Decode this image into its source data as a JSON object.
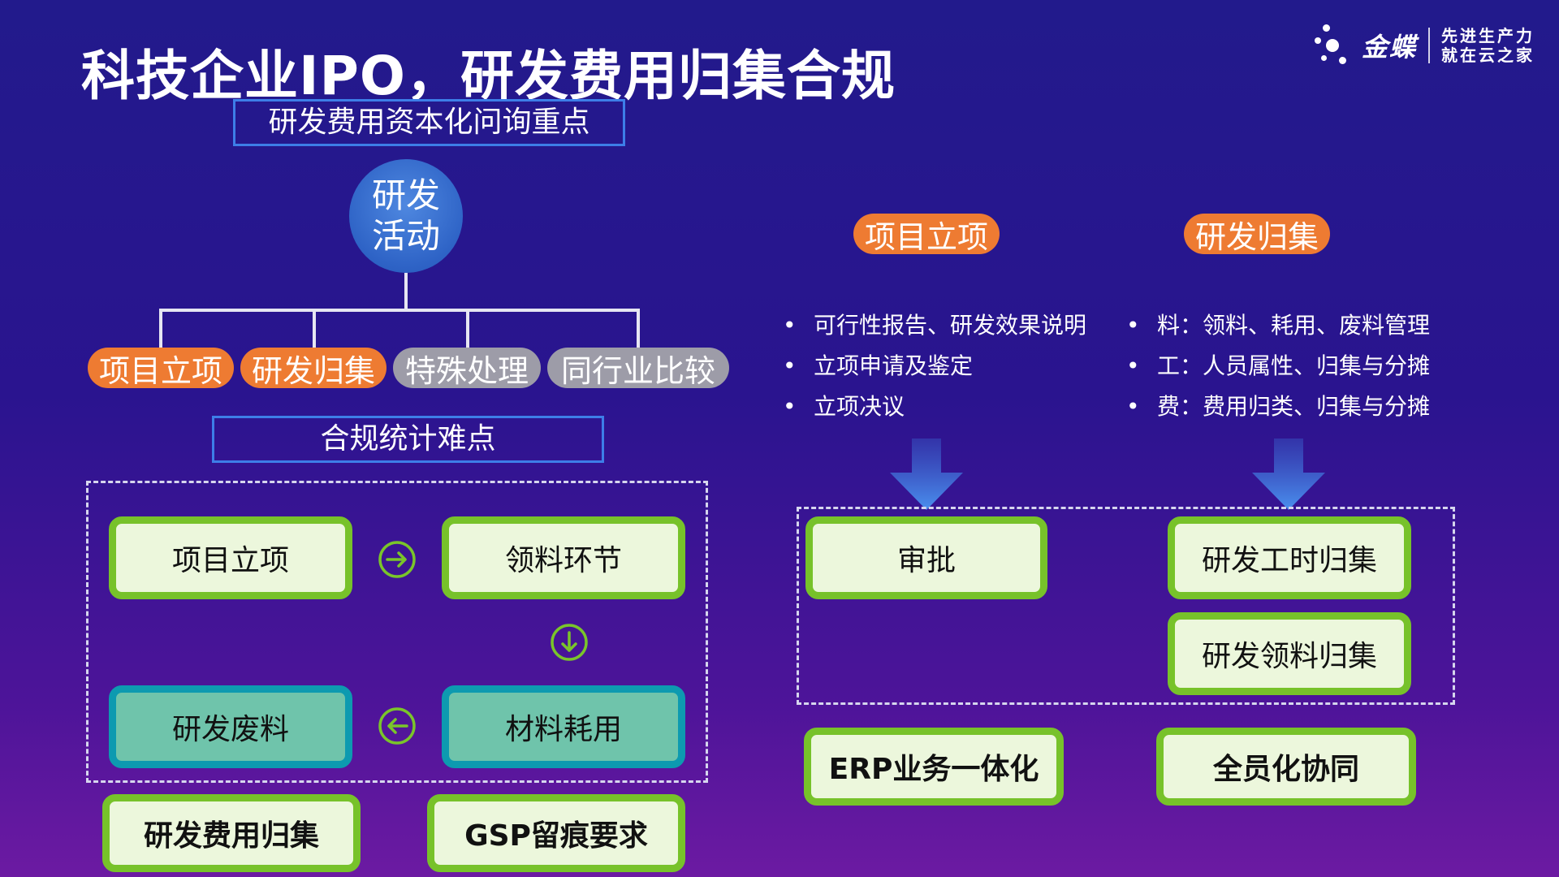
{
  "title": "科技企业IPO，研发费用归集合规",
  "logo": {
    "brand": "金蝶",
    "slogan_line1": "先进生产力",
    "slogan_line2": "就在云之家"
  },
  "left": {
    "section1_title": "研发费用资本化问询重点",
    "center_circle": "研发\n活动",
    "pills": [
      {
        "label": "项目立项",
        "color": "#ee7b32"
      },
      {
        "label": "研发归集",
        "color": "#ee7b32"
      },
      {
        "label": "特殊处理",
        "color": "#9d9ca8"
      },
      {
        "label": "同行业比较",
        "color": "#9d9ca8"
      }
    ],
    "section2_title": "合规统计难点",
    "flow_boxes": {
      "a": "项目立项",
      "b": "领料环节",
      "c": "材料耗用",
      "d": "研发废料"
    },
    "bottom_buttons": [
      "研发费用归集",
      "GSP留痕要求"
    ]
  },
  "right": {
    "tag1": "项目立项",
    "tag2": "研发归集",
    "bullets1": [
      "可行性报告、研发效果说明",
      "立项申请及鉴定",
      "立项决议"
    ],
    "bullets2": [
      "料：领料、耗用、废料管理",
      "工：人员属性、归集与分摊",
      "费：费用归类、归集与分摊"
    ],
    "box_approve": "审批",
    "box_hours": "研发工时归集",
    "box_material": "研发领料归集",
    "bottom_buttons": [
      "ERP业务一体化",
      "全员化协同"
    ]
  },
  "colors": {
    "accent_orange": "#ee7b32",
    "green_border": "#77c22a",
    "teal_border": "#0d9ab0",
    "box_title_border": "#3d7ee8"
  }
}
